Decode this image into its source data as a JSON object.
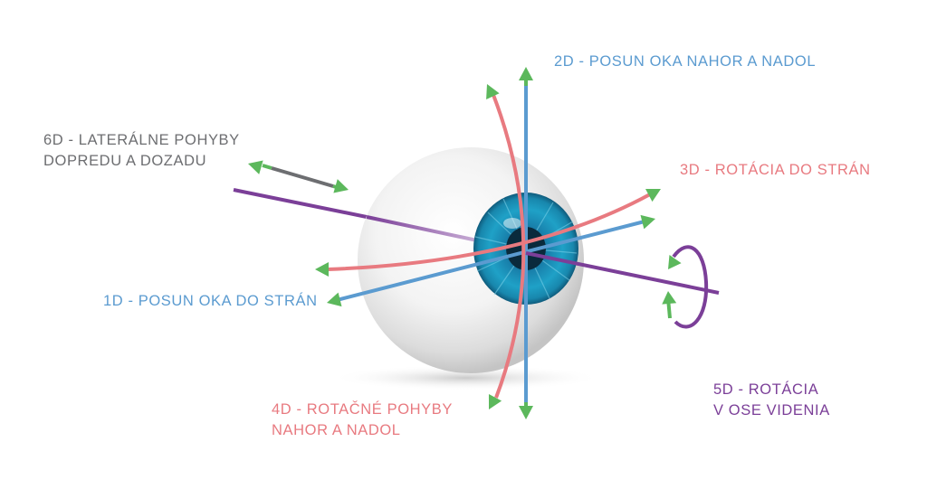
{
  "labels": {
    "d1": "1D - POSUN OKA DO STRÁN",
    "d2": "2D - POSUN OKA NAHOR A NADOL",
    "d3": "3D - ROTÁCIA DO STRÁN",
    "d4_line1": "4D - ROTAČNÉ POHYBY",
    "d4_line2": "NAHOR A NADOL",
    "d5_line1": "5D - ROTÁCIA",
    "d5_line2": "V OSE VIDENIA",
    "d6_line1": "6D - LATERÁLNE POHYBY",
    "d6_line2": "DOPREDU A DOZADU"
  },
  "colors": {
    "blue_axis": "#5b9bd0",
    "pink_axis": "#e87a80",
    "purple_axis": "#7b3f98",
    "gray_axis": "#6d6e71",
    "arrow_green": "#5cb85c",
    "iris": "#1f8fb0",
    "label_gray": "#6d6e71"
  },
  "icons": {
    "eyeball": "eyeball-icon",
    "arrowhead": "green-arrowhead-icon"
  }
}
